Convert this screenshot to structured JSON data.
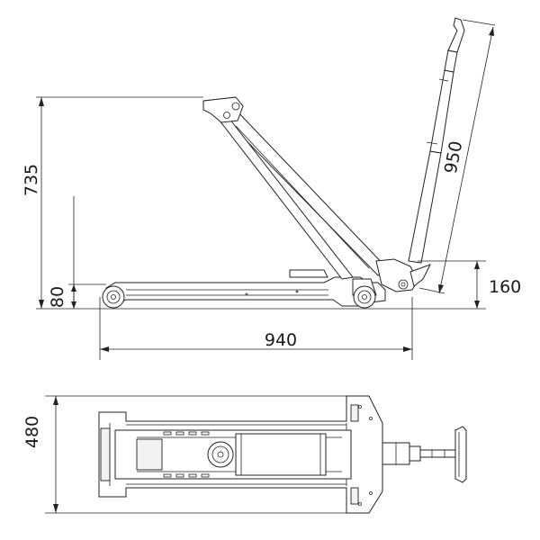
{
  "drawing": {
    "dimensions": {
      "height_max": "735",
      "height_min": "80",
      "length": "940",
      "handle_length": "950",
      "handle_height": "160",
      "width": "480"
    }
  }
}
